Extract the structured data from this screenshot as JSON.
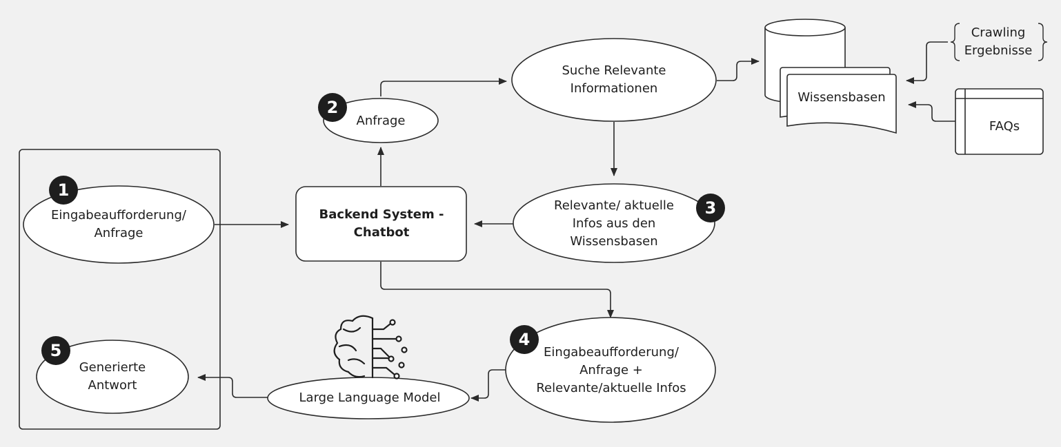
{
  "diagram": {
    "nodes": {
      "prompt": "Eingabeaufforderung/\nAnfrage",
      "answer": "Generierte\nAntwort",
      "backend": "Backend System -\nChatbot",
      "anfrage": "Anfrage",
      "suche": "Suche Relevante\nInformationen",
      "relevant": "Relevante/ aktuelle\nInfos aus den\nWissensbasen",
      "combined": "Eingabeaufforderung/\nAnfrage +\nRelevante/aktuelle Infos",
      "llm": "Large Language Model",
      "wissensbasen": "Wissensbasen",
      "faqs": "FAQs",
      "crawling": "Crawling\nErgebnisse"
    },
    "steps": [
      "1",
      "2",
      "3",
      "4",
      "5"
    ],
    "icons": {
      "llm": "brain-circuit-icon",
      "storage": "database-cylinder-icon"
    },
    "colors": {
      "background": "#f1f1f1",
      "stroke": "#2b2b2b",
      "fill": "#ffffff",
      "badge": "#1e1e1e"
    }
  }
}
